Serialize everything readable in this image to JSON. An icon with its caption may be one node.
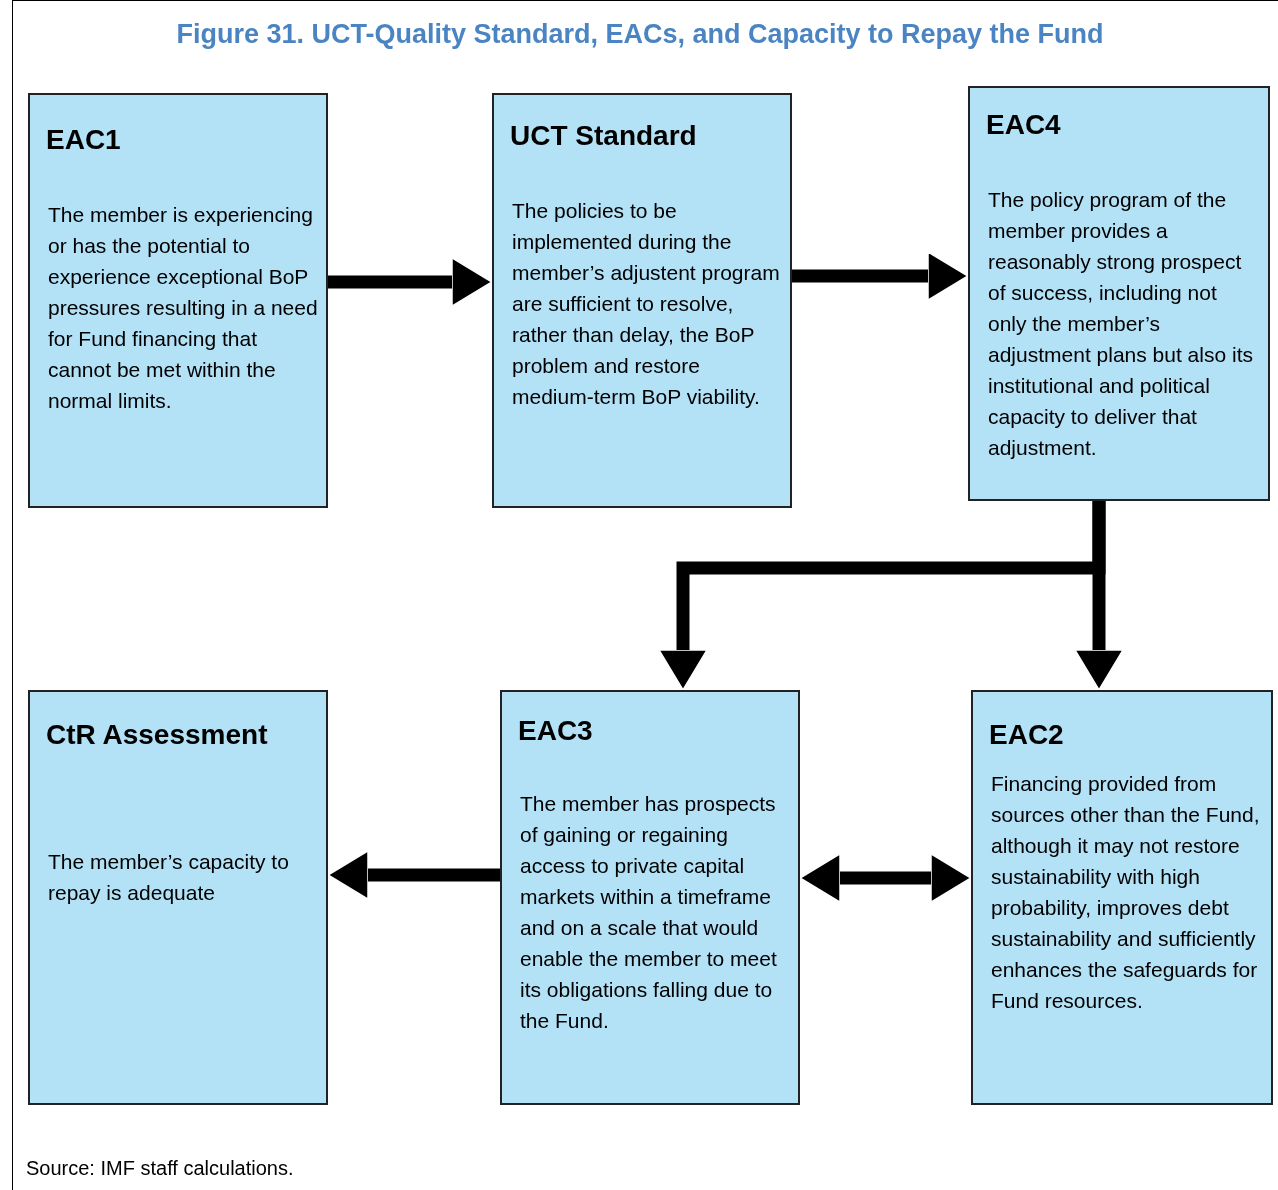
{
  "diagram": {
    "title": "Figure 31. UCT-Quality Standard, EACs, and Capacity to Repay the Fund",
    "caption": "Source: IMF staff calculations.",
    "nodes": [
      {
        "text": [
          "EAC1",
          "The member is experiencing or has the potential to experience exceptional BoP pressures resulting in a need for Fund financing that cannot be met within the normal limits."
        ]
      },
      {
        "text": [
          "UCT Standard",
          "The policies to be implemented during the member’s adjustent program are sufficient to resolve, rather than delay, the BoP problem and restore medium-term BoP viability."
        ]
      },
      {
        "text": [
          "EAC4",
          "The policy program of the member provides a reasonably strong prospect of success, including not only the member’s adjustment plans but also its institutional and political capacity to deliver that adjustment."
        ]
      },
      {
        "text": [
          "CtR Assessment",
          "The member’s capacity to repay is adequate"
        ]
      },
      {
        "text": [
          "EAC3",
          "The member has prospects of gaining or regaining access to private capital markets within a timeframe and on a scale that would enable the member to meet its obligations falling due to the Fund."
        ]
      },
      {
        "text": [
          "EAC2",
          "Financing provided from sources other than the Fund, although it may not restore sustainability with high probability, improves debt sustainability and sufficiently enhances the safeguards for Fund resources."
        ]
      }
    ],
    "edges": [
      {
        "from": 0,
        "to": 1,
        "arrow": "to"
      },
      {
        "from": 1,
        "to": 2,
        "arrow": "to"
      },
      {
        "from": 2,
        "to": 4,
        "arrow": "to"
      },
      {
        "from": 2,
        "to": 5,
        "arrow": "to"
      },
      {
        "from": 4,
        "to": 3,
        "arrow": "to"
      },
      {
        "from": 4,
        "to": 5,
        "arrow": "both"
      }
    ]
  }
}
